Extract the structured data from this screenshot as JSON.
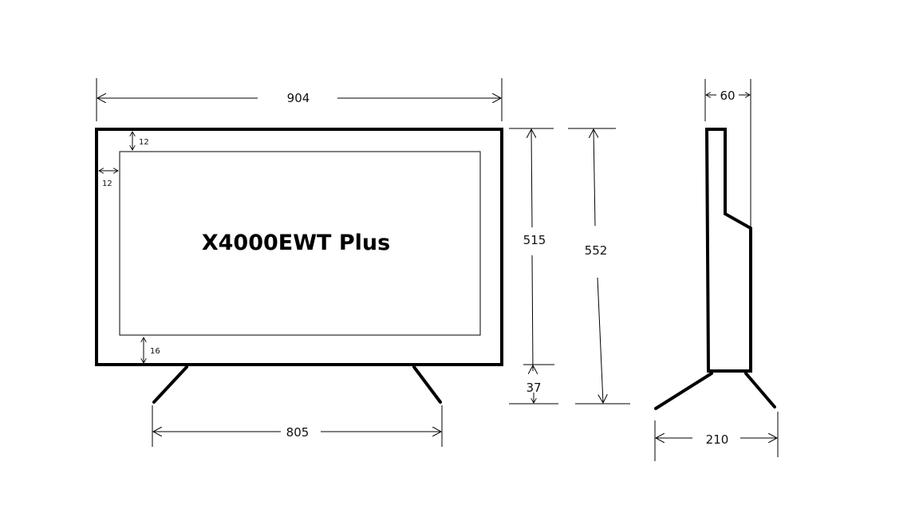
{
  "front_view": {
    "model_label": "X4000EWT Plus",
    "width_label": "904",
    "bezel_top_label": "12",
    "bezel_side_label": "12",
    "bezel_bottom_label": "16",
    "stand_span_label": "805",
    "height_body_label": "515",
    "height_total_label": "552",
    "stand_height_label": "37"
  },
  "side_view": {
    "depth_body_label": "60",
    "depth_stand_label": "210"
  }
}
